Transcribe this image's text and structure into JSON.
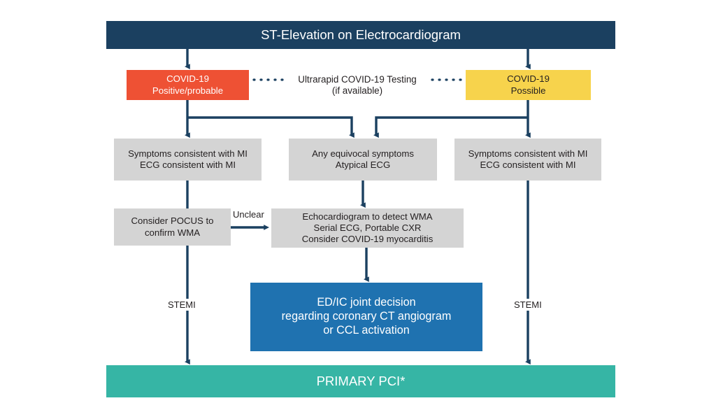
{
  "diagram": {
    "title": "ST-Elevation on Electrocardiogram triage pathway",
    "colors": {
      "header_navy": "#1b4060",
      "connector_navy": "#1b4060",
      "covid_positive_orange": "#ee5134",
      "covid_possible_yellow": "#f7d34c",
      "assessment_gray": "#d4d4d4",
      "decision_blue": "#1f72b0",
      "primary_pci_teal": "#36b5a5",
      "text_dark": "#231f20",
      "text_light": "#ffffff",
      "background": "#ffffff"
    },
    "nodes": {
      "header": {
        "label": "ST-Elevation on Electrocardiogram"
      },
      "covid_positive": {
        "line1": "COVID-19",
        "line2": "Positive/probable"
      },
      "covid_possible": {
        "line1": "COVID-19",
        "line2": "Possible"
      },
      "testing_label": {
        "line1": "Ultrarapid COVID-19 Testing",
        "line2": "(if available)"
      },
      "symptoms_left": {
        "line1": "Symptoms consistent with MI",
        "line2": "ECG consistent with MI"
      },
      "symptoms_mid": {
        "line1": "Any equivocal symptoms",
        "line2": "Atypical ECG"
      },
      "symptoms_right": {
        "line1": "Symptoms consistent with MI",
        "line2": "ECG consistent with MI"
      },
      "pocus": {
        "line1": "Consider POCUS to",
        "line2": "confirm WMA"
      },
      "echocardiogram": {
        "line1": "Echocardiogram to detect WMA",
        "line2": "Serial ECG, Portable CXR",
        "line3": "Consider COVID-19 myocarditis"
      },
      "decision": {
        "line1": "ED/IC joint decision",
        "line2": "regarding coronary CT angiogram",
        "line3": "or CCL activation"
      },
      "primary_pci": {
        "label": "PRIMARY PCI*"
      }
    },
    "edge_labels": {
      "unclear": "Unclear",
      "stemi_left": "STEMI",
      "stemi_right": "STEMI"
    }
  }
}
